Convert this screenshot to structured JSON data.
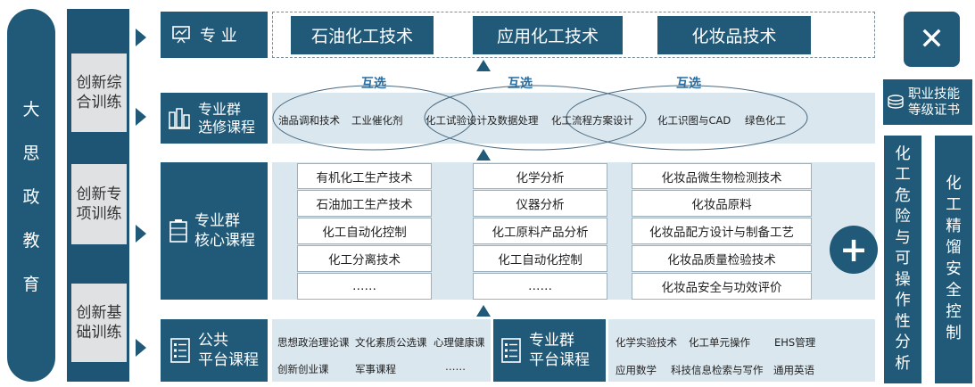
{
  "left_pillar": {
    "chars": [
      "大",
      "思",
      "政",
      "教",
      "育"
    ]
  },
  "innovation": {
    "comprehensive": "创新综合训练",
    "special": "创新专项训练",
    "basic": "创新基础训练"
  },
  "rows": {
    "major": {
      "title": "专 业",
      "majors": [
        "石油化工技术",
        "应用化工技术",
        "化妆品技术"
      ]
    },
    "elective": {
      "title_line1": "专业群",
      "title_line2": "选修课程",
      "mutual_label": "互选",
      "courses": [
        "油品调和技术",
        "工业催化剂",
        "化工试验设计及数据处理",
        "化工流程方案设计",
        "化工识图与CAD",
        "绿色化工"
      ]
    },
    "core": {
      "title_line1": "专业群",
      "title_line2": "核心课程",
      "col1": [
        "有机化工生产技术",
        "石油加工生产技术",
        "化工自动化控制",
        "化工分离技术",
        "……"
      ],
      "col2": [
        "化学分析",
        "仪器分析",
        "化工原料产品分析",
        "化工自动化控制",
        "……"
      ],
      "col3": [
        "化妆品微生物检测技术",
        "化妆品原料",
        "化妆品配方设计与制备工艺",
        "化妆品质量检验技术",
        "化妆品安全与功效评价"
      ]
    },
    "public": {
      "title_line1": "公共",
      "title_line2": "平台课程",
      "courses_row1": [
        "思想政治理论课",
        "文化素质公选课",
        "心理健康课"
      ],
      "courses_row2": [
        "创新创业课",
        "军事课程",
        "……"
      ]
    },
    "platform": {
      "title_line1": "专业群",
      "title_line2": "平台课程",
      "courses_row1": [
        "化学实验技术",
        "化工单元操作",
        "EHS管理"
      ],
      "courses_row2": [
        "应用数学",
        "科技信息检索与写作",
        "通用英语"
      ]
    }
  },
  "right": {
    "x_symbol": "✕",
    "plus_symbol": "+",
    "cert_line1": "职业技能",
    "cert_line2": "等级证书",
    "col1_chars": [
      "化",
      "工",
      "危",
      "险",
      "与",
      "可",
      "操",
      "作",
      "性",
      "分",
      "析"
    ],
    "col2_chars": [
      "化",
      "工",
      "精",
      "馏",
      "安",
      "全",
      "控",
      "制"
    ]
  }
}
